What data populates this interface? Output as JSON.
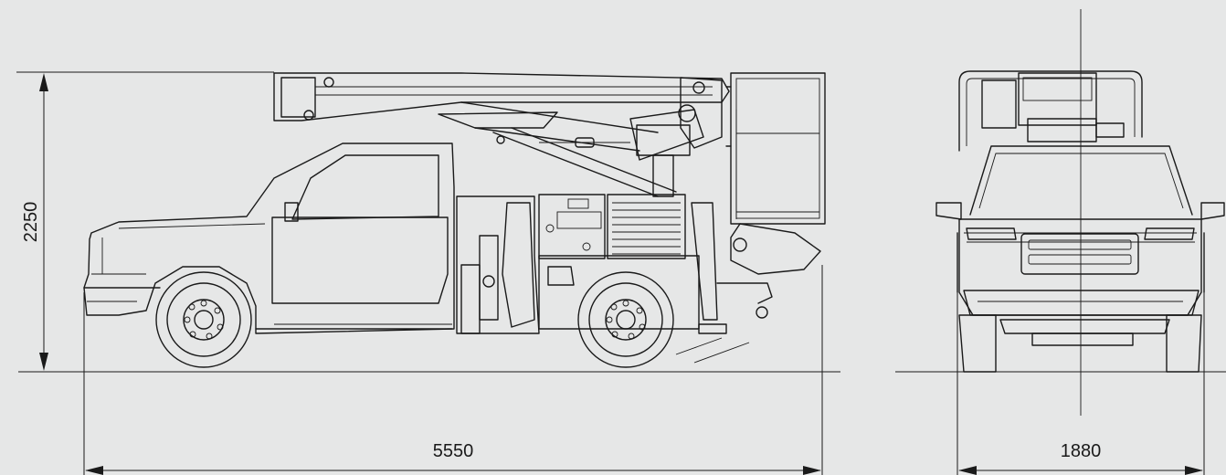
{
  "dimensions": {
    "height": "2250",
    "length": "5550",
    "width": "1880"
  },
  "colors": {
    "background": "#e6e7e7",
    "line": "#1a1a1a"
  }
}
